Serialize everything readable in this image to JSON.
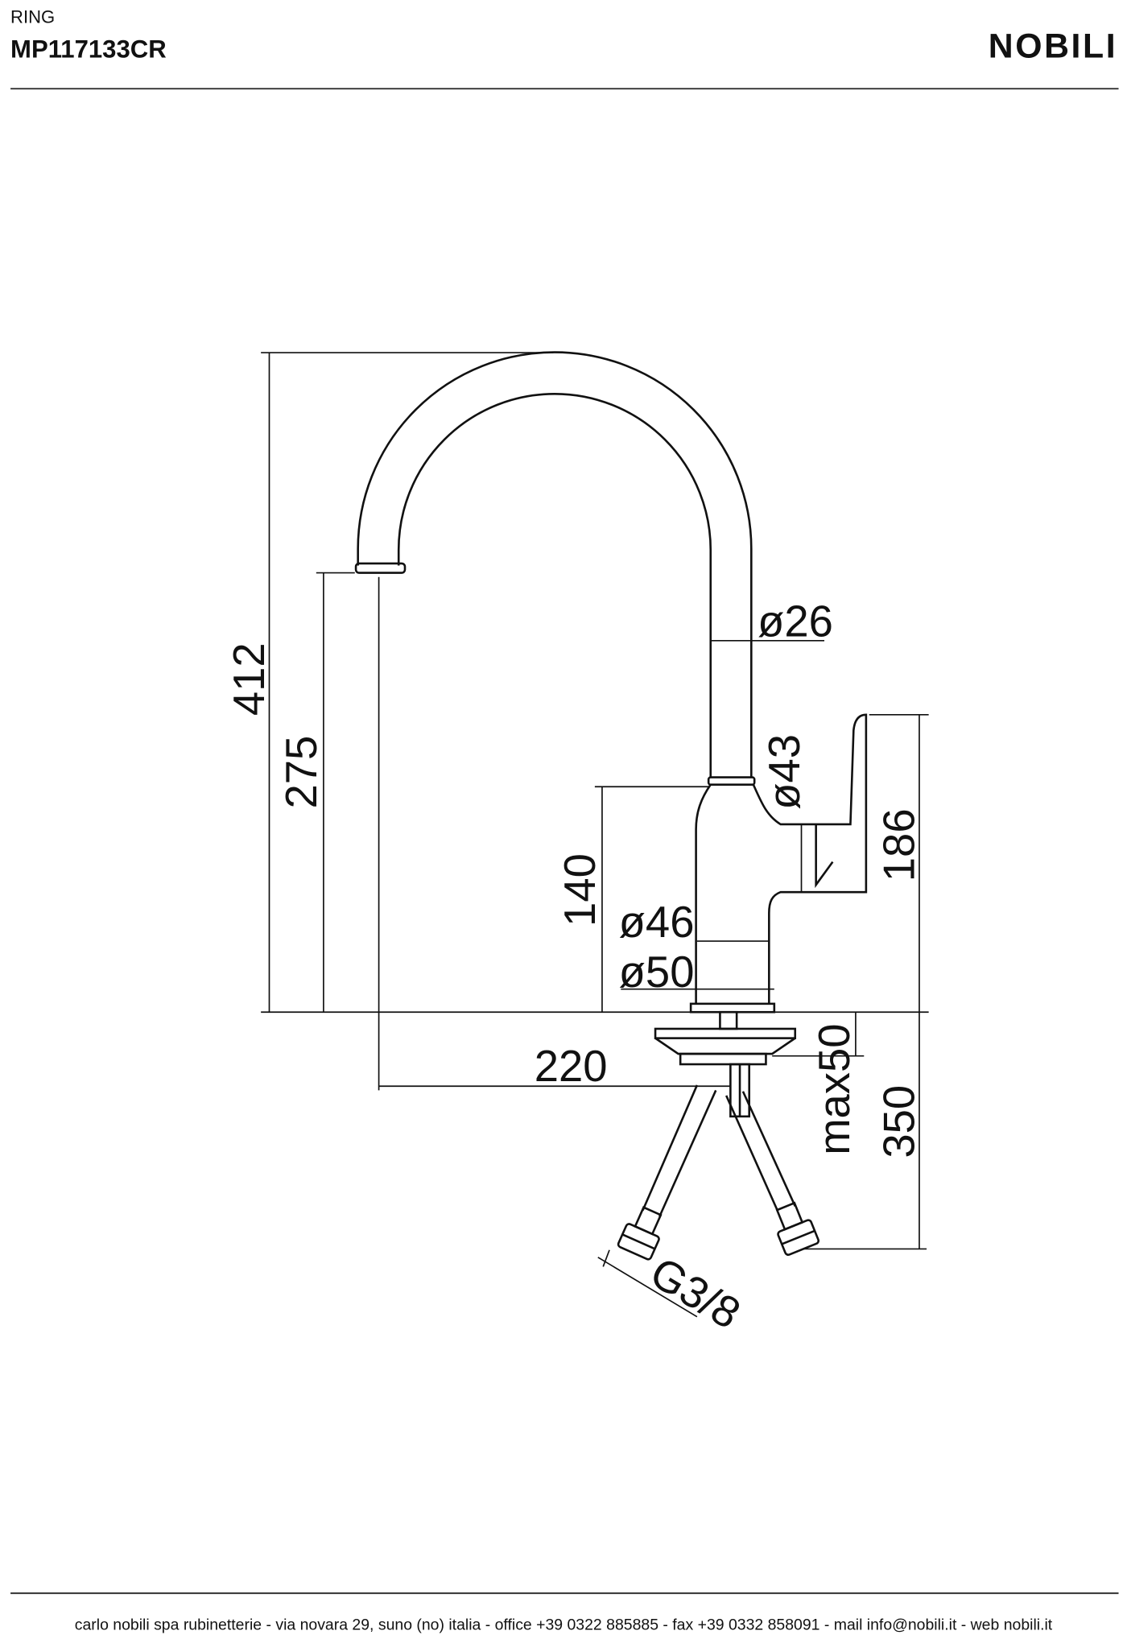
{
  "header": {
    "collection": "RING",
    "product_code": "MP117133CR",
    "brand": "NOBILI"
  },
  "drawing": {
    "dimensions": {
      "total_height": "412",
      "spout_height": "275",
      "body_height": "140",
      "spout_reach": "220",
      "spout_diameter": "ø26",
      "neck_diameter": "ø43",
      "body_diameter": "ø46",
      "base_diameter": "ø50",
      "lever_height": "186",
      "max_deck_thickness": "max50",
      "hose_length": "350",
      "connection": "G3/8"
    }
  },
  "footer": {
    "text": "carlo nobili spa rubinetterie - via novara 29, suno (no) italia - office +39 0322 885885 - fax +39 0332 858091 - mail info@nobili.it - web nobili.it"
  }
}
